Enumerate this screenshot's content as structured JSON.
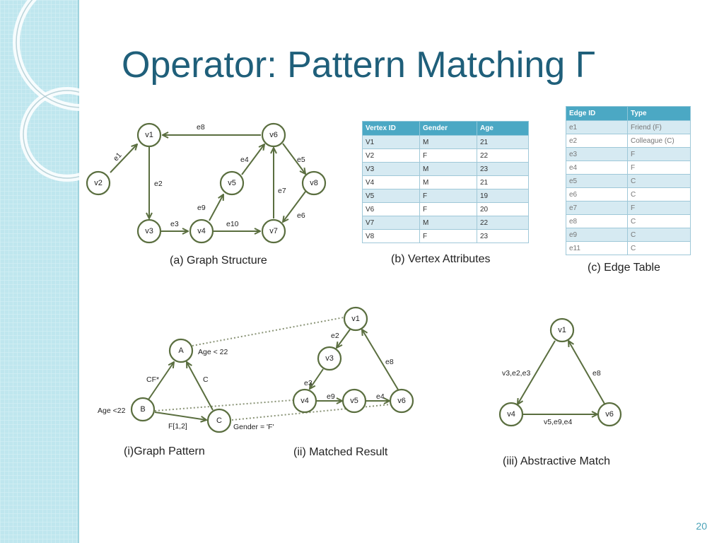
{
  "title": "Operator: Pattern Matching Γ",
  "slide_number": "20",
  "captions": {
    "graph_structure": "(a) Graph Structure",
    "vertex_attributes": "(b) Vertex Attributes",
    "edge_table": "(c)  Edge Table",
    "graph_pattern": "(i)Graph Pattern",
    "matched_result": "(ii) Matched Result",
    "abstractive_match": "(iii) Abstractive Match"
  },
  "vertex_table": {
    "headers": [
      "Vertex ID",
      "Gender",
      "Age"
    ],
    "rows": [
      [
        "V1",
        "M",
        "21"
      ],
      [
        "V2",
        "F",
        "22"
      ],
      [
        "V3",
        "M",
        "23"
      ],
      [
        "V4",
        "M",
        "21"
      ],
      [
        "V5",
        "F",
        "19"
      ],
      [
        "V6",
        "F",
        "20"
      ],
      [
        "V7",
        "M",
        "22"
      ],
      [
        "V8",
        "F",
        "23"
      ]
    ]
  },
  "edge_table": {
    "headers": [
      "Edge ID",
      "Type"
    ],
    "rows": [
      [
        "e1",
        "Friend (F)"
      ],
      [
        "e2",
        "Colleague (C)"
      ],
      [
        "e3",
        "F"
      ],
      [
        "e4",
        "F"
      ],
      [
        "e5",
        "C"
      ],
      [
        "e6",
        "C"
      ],
      [
        "e7",
        "F"
      ],
      [
        "e8",
        "C"
      ],
      [
        "e9",
        "C"
      ],
      [
        "e11",
        "C"
      ]
    ]
  },
  "graph_structure": {
    "nodes": [
      "v1",
      "v2",
      "v3",
      "v4",
      "v5",
      "v6",
      "v7",
      "v8"
    ],
    "edge_labels": [
      "e1",
      "e2",
      "e3",
      "e4",
      "e5",
      "e6",
      "e7",
      "e8",
      "e9",
      "e10"
    ]
  },
  "graph_pattern": {
    "nodes": [
      "A",
      "B",
      "C"
    ],
    "edge_labels": [
      "CF*",
      "C",
      "F[1,2]"
    ],
    "conditions": [
      "Age < 22",
      "Age <22",
      "Gender = 'F'"
    ]
  },
  "matched_result": {
    "nodes": [
      "v1",
      "v3",
      "v4",
      "v5",
      "v6"
    ],
    "edge_labels": [
      "e2",
      "e3",
      "e9",
      "e4",
      "e8"
    ]
  },
  "abstractive_match": {
    "nodes": [
      "v1",
      "v4",
      "v6"
    ],
    "edge_labels": [
      "v3,e2,e3",
      "e8",
      "v5,e9,e4"
    ]
  }
}
